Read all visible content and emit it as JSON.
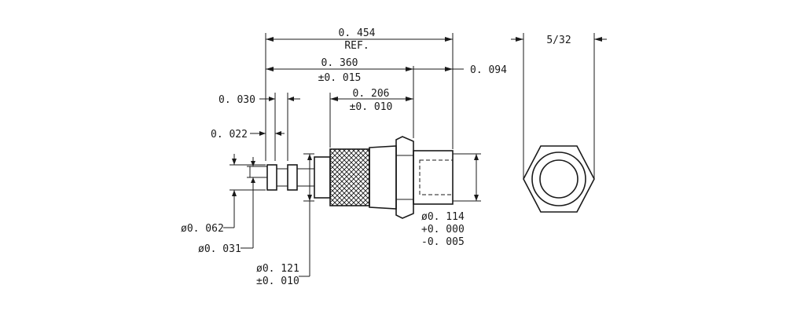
{
  "drawing": {
    "dims": {
      "overall_length": "0. 454",
      "overall_ref": "REF.",
      "body_length": "0. 360",
      "body_tol": "±0. 015",
      "tail_length": "0. 094",
      "knurl_length": "0. 206",
      "knurl_tol": "±0. 010",
      "collar_gap": "0. 030",
      "collar_width": "0. 022",
      "pin_dia": "ø0. 062",
      "tip_dia": "ø0. 031",
      "shank_dia": "ø0. 121",
      "shank_tol": "±0. 010",
      "socket_dia": "ø0. 114",
      "socket_tol_plus": "+0. 000",
      "socket_tol_minus": "-0. 005",
      "hex_size": "5/32"
    },
    "colors": {
      "ink": "#1a1a1a",
      "paper": "#ffffff"
    }
  }
}
